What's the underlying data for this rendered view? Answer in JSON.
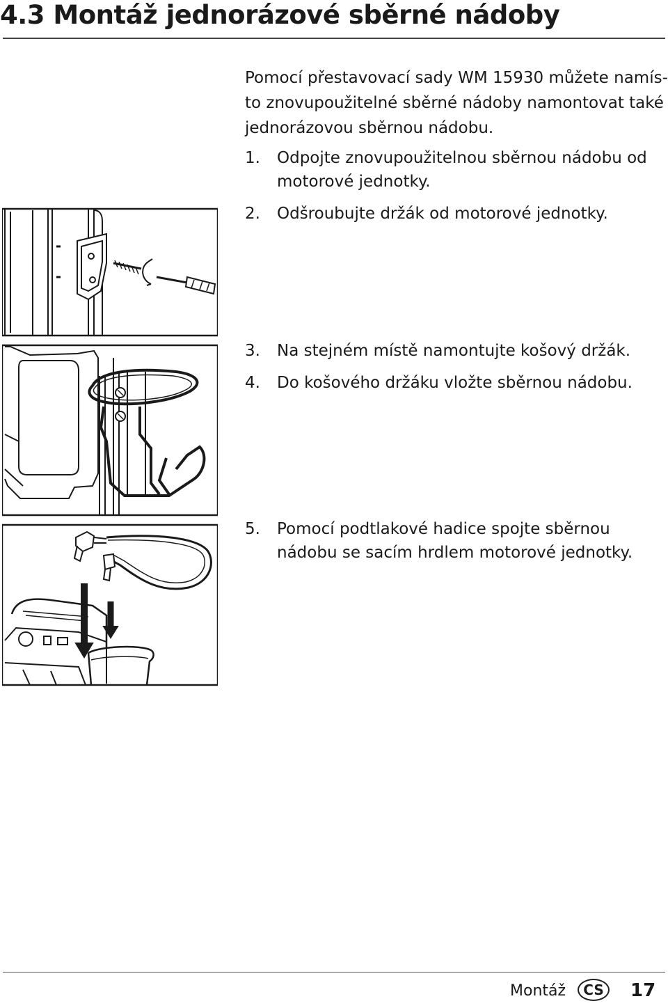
{
  "heading": "4.3 Montáž jednorázové sběrné nádoby",
  "intro_lines": [
    "Pomocí přestavovací sady WM 15930 můžete namís-",
    "to znovupoužitelné sběrné nádoby namontovat také",
    "jednorázovou sběrnou nádobu."
  ],
  "steps": [
    {
      "num": "1.",
      "lines": [
        "Odpojte znovupoužitelnou sběrnou nádobu od",
        "motorové jednotky."
      ]
    },
    {
      "num": "2.",
      "lines": [
        "Odšroubujte držák od motorové jednotky."
      ]
    },
    {
      "num": "3.",
      "lines": [
        "Na stejném místě namontujte košový držák."
      ]
    },
    {
      "num": "4.",
      "lines": [
        "Do košového držáku vložte sběrnou nádobu."
      ]
    },
    {
      "num": "5.",
      "lines": [
        "Pomocí podtlakové hadice spojte sběrnou",
        "nádobu se sacím hrdlem motorové jednotky."
      ]
    }
  ],
  "footer": {
    "section": "Montáž",
    "language_badge": "CS",
    "page_number": "17"
  }
}
